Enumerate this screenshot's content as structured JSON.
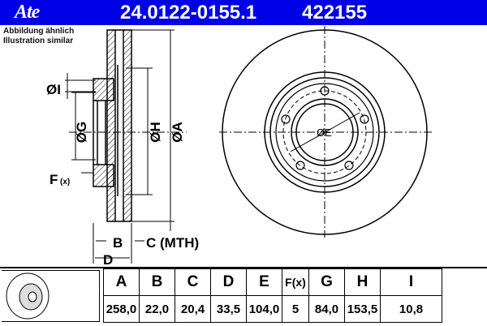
{
  "header": {
    "brand": "Ate",
    "part_number": "24.0122-0155.1",
    "article_number": "422155",
    "background_color": "#0000e6"
  },
  "note": {
    "line1": "Abbildung ähnlich",
    "line2": "Illustration similar"
  },
  "side_view_labels": {
    "I": "ØI",
    "G": "ØG",
    "H": "ØH",
    "A": "ØA",
    "F": "F",
    "F_sub": "(x)",
    "B": "B",
    "C": "C (MTH)",
    "D": "D"
  },
  "front_view_labels": {
    "E": "ØE"
  },
  "table": {
    "headers": [
      "A",
      "B",
      "C",
      "D",
      "E",
      "F(x)",
      "G",
      "H",
      "I"
    ],
    "values": [
      "258,0",
      "22,0",
      "20,4",
      "33,5",
      "104,0",
      "5",
      "84,0",
      "153,5",
      "10,8"
    ]
  }
}
